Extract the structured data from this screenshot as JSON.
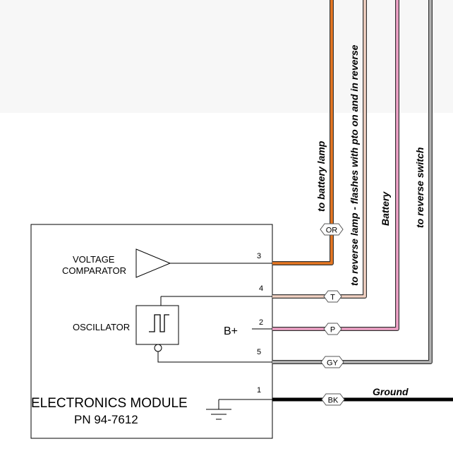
{
  "module": {
    "title_line1": "ELECTRONICS MODULE",
    "title_line2": "PN 94-7612",
    "voltage_comparator_line1": "VOLTAGE",
    "voltage_comparator_line2": "COMPARATOR",
    "oscillator_label": "OSCILLATOR",
    "b_plus_label": "B+"
  },
  "pins": [
    {
      "number": "3",
      "wire_code": "OR",
      "wire_color": "#e87722",
      "label": "to battery lamp"
    },
    {
      "number": "4",
      "wire_code": "T",
      "wire_color": "#f2d1c2",
      "label": "to reverse lamp - flashes with pto on and in reverse"
    },
    {
      "number": "2",
      "wire_code": "P",
      "wire_color": "#f0a3c8",
      "label": "Battery"
    },
    {
      "number": "5",
      "wire_code": "GY",
      "wire_color": "#b3b3b3",
      "label": "to reverse switch"
    },
    {
      "number": "1",
      "wire_code": "BK",
      "wire_color": "#000000",
      "label": "Ground"
    }
  ]
}
